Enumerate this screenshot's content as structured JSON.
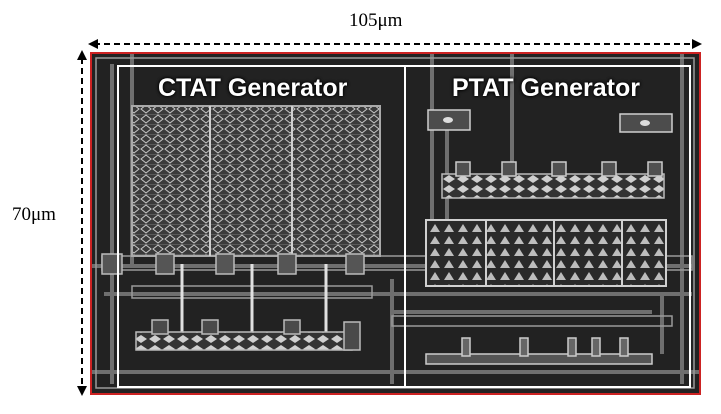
{
  "dimensions": {
    "width_label": "105μm",
    "height_label": "70μm"
  },
  "blocks": [
    {
      "title": "CTAT Generator"
    },
    {
      "title": "PTAT Generator"
    }
  ],
  "colors": {
    "chip_border": "#cc2222",
    "layout_background": "#222222",
    "block_outline": "#ffffff",
    "metal_lines": "#9a9a9a"
  }
}
